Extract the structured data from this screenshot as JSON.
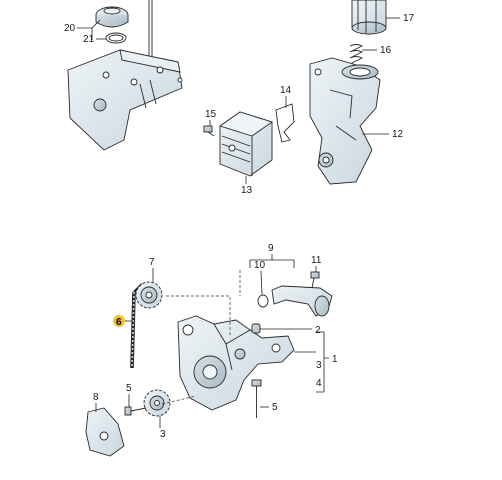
{
  "callouts": {
    "c1": "1",
    "c2": "2",
    "c3a": "3",
    "c3b": "3",
    "c4": "4",
    "c5a": "5",
    "c5b": "5",
    "c6": "6",
    "c7": "7",
    "c8": "8",
    "c9": "9",
    "c10": "10",
    "c11": "11",
    "c12": "12",
    "c13": "13",
    "c14": "14",
    "c15": "15",
    "c16": "16",
    "c17": "17",
    "c20": "20",
    "c21": "21"
  },
  "highlight_color": "#f2c230",
  "part_fill": "#dde8ee"
}
